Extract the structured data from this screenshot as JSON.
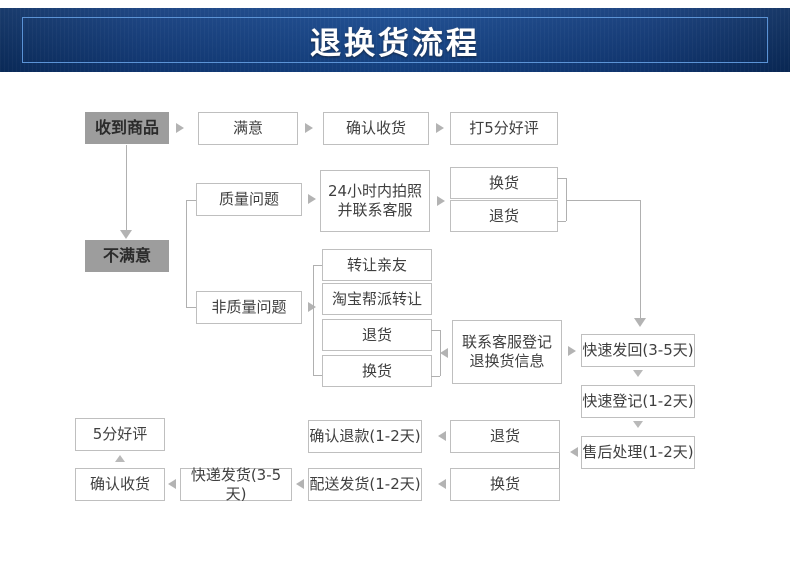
{
  "banner": {
    "title": "退换货流程",
    "bg_color": "#16488f",
    "border_color": "#5b93d6",
    "text_color": "#ffffff"
  },
  "palette": {
    "box_border": "#bfbfbf",
    "box_fill": "#ffffff",
    "highlight_fill": "#9d9d9d",
    "connector": "#b0b0b0",
    "text": "#3f3f3f"
  },
  "nodes": {
    "received_goods": "收到商品",
    "satisfied": "满意",
    "confirm_receipt_top": "确认收货",
    "rate_five_stars": "打5分好评",
    "not_satisfied": "不满意",
    "quality_issue": "质量问题",
    "photo_within_24h": "24小时内拍照\n并联系客服",
    "exchange_q": "换货",
    "return_q": "退货",
    "non_quality_issue": "非质量问题",
    "transfer_friend": "转让亲友",
    "taobao_gang_transfer": "淘宝帮派转让",
    "return_nq": "退货",
    "exchange_nq": "换货",
    "contact_service_register": "联系客服登记\n退换货信息",
    "fast_send_back": "快速发回(3-5天)",
    "fast_register": "快速登记(1-2天)",
    "after_sales_process": "售后处理(1-2天)",
    "return_bottom": "退货",
    "exchange_bottom": "换货",
    "confirm_refund": "确认退款(1-2天)",
    "delivery_ship": "配送发货(1-2天)",
    "express_ship": "快递发货(3-5天)",
    "confirm_receipt_bottom": "确认收货",
    "five_star_rating": "5分好评"
  }
}
